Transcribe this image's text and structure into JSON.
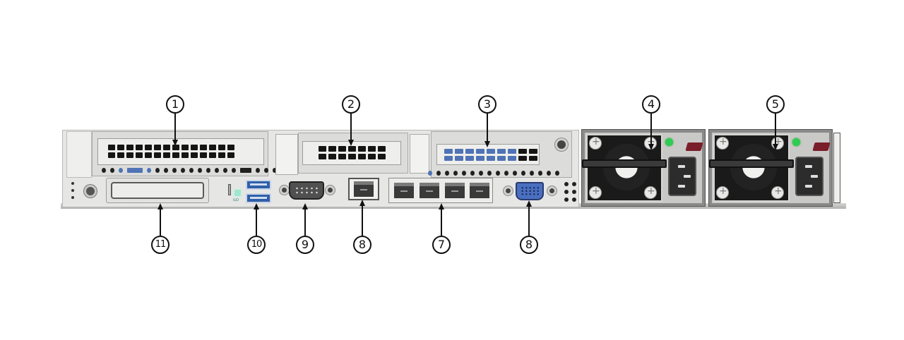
{
  "diagram": {
    "subject": "Server rear panel (1U rack)",
    "callouts": [
      {
        "id": 1,
        "label": "①",
        "target": "PCIe slot 1 (riser, full-height)"
      },
      {
        "id": 2,
        "label": "②",
        "target": "PCIe slot 2 (low-profile)"
      },
      {
        "id": 3,
        "label": "③",
        "target": "PCIe slot 3"
      },
      {
        "id": 4,
        "label": "④",
        "target": "Power supply 1"
      },
      {
        "id": 5,
        "label": "⑤",
        "target": "Power supply 2"
      },
      {
        "id": 7,
        "label": "⑦",
        "target": "FlexibleLOM / network ports (4x RJ45)"
      },
      {
        "id": 8,
        "label": "⑧",
        "target": "iLO management port (RJ45)"
      },
      {
        "id": 8,
        "label": "⑧",
        "target": "VGA port"
      },
      {
        "id": 9,
        "label": "⑨",
        "target": "Serial port"
      },
      {
        "id": 10,
        "label": "⑩",
        "target": "USB 3.0 ports"
      },
      {
        "id": 11,
        "label": "⑪",
        "target": "Blank / storage cover"
      }
    ],
    "labels": {
      "c1": "1",
      "c2": "2",
      "c3": "3",
      "c4": "4",
      "c5": "5",
      "c7": "7",
      "c8a": "8",
      "c8b": "8",
      "c9": "9",
      "c10": "10",
      "c11": "11"
    },
    "ilo_text": "iLO",
    "colors": {
      "chassis": "#e6e6e4",
      "usb_blue": "#2f5fa8",
      "vga_blue": "#4a6fbf",
      "psu_led_green": "#2ecc55",
      "latch_red": "#7a1e2a",
      "callout_stroke": "#111111"
    }
  }
}
